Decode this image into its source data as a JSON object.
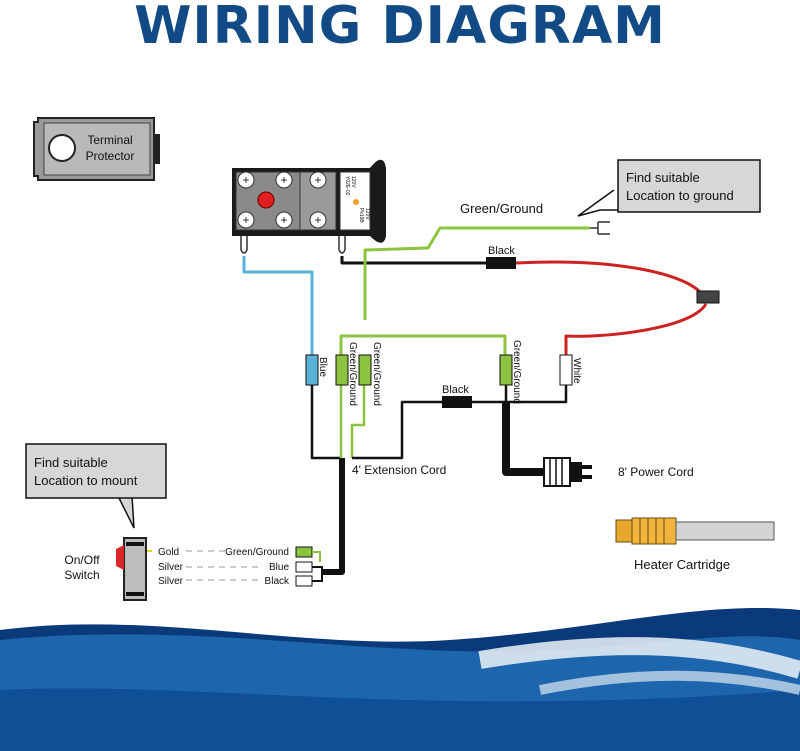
{
  "title": "WIRING DIAGRAM",
  "colors": {
    "title": "#124a86",
    "wire_blue": "#5ab2d8",
    "wire_green": "#8cc43f",
    "wire_red": "#cc2222",
    "wire_black": "#111111",
    "wave_dark": "#0a3a7a",
    "wave_light": "#2a7dc2"
  },
  "components": {
    "terminal_protector": "Terminal Protector",
    "extension_cord": "4' Extension Cord",
    "power_cord": "8' Power Cord",
    "heater_cartridge": "Heater Cartridge",
    "switch_label": "On/Off Switch"
  },
  "callouts": {
    "ground": "Find suitable Location to ground",
    "mount": "Find suitable Location to mount"
  },
  "wire_labels": {
    "green_ground_top": "Green/Ground",
    "black_top": "Black",
    "black_mid": "Black",
    "blue": "Blue",
    "green_ground_1": "Green/Ground",
    "green_ground_2": "Green/Ground",
    "green_ground_3": "Green/Ground",
    "white": "White"
  },
  "switch_terminals": [
    "Gold",
    "Silver",
    "Silver"
  ],
  "switch_wires": [
    "Green/Ground",
    "Blue",
    "Black"
  ],
  "thermostat_markings": [
    "Y02E-02",
    "120V",
    "Pk19B",
    "120V"
  ]
}
